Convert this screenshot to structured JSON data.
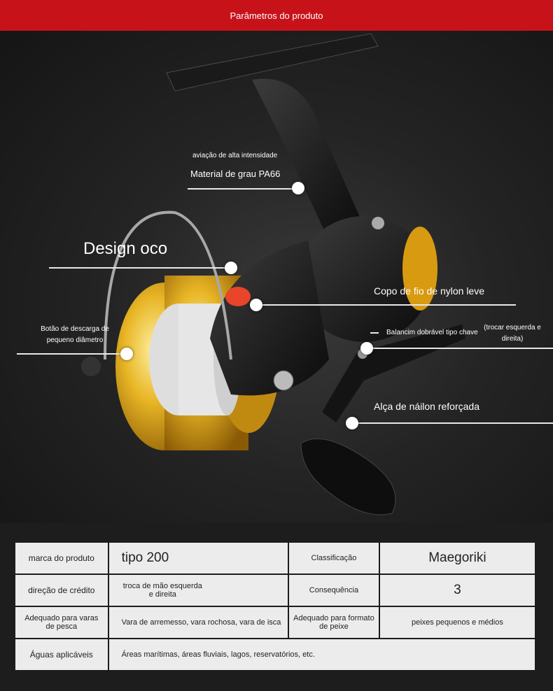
{
  "header": {
    "title": "Parâmetros do produto"
  },
  "callouts": {
    "material_small": "aviação de alta intensidade",
    "material_main": "Material de grau PA66",
    "design": "Design oco",
    "cup": "Copo de fio de nylon leve",
    "button": "Botão de descarga de pequeno diâmetro",
    "rocker": "Balancim dobrável tipo chave",
    "swap": "(trocar esquerda e direita)",
    "handle": "Alça de náilon reforçada"
  },
  "colors": {
    "brand_red": "#c8121a",
    "accent_gold": "#e0a81a"
  },
  "params": {
    "rows": [
      {
        "k1": "marca do produto",
        "v1": "tipo 200",
        "k2": "Classificação",
        "v2": "Maegoriki"
      },
      {
        "k1": "direção de crédito",
        "v1": "troca de mão esquerda e direita",
        "k2": "Consequência",
        "v2": "3"
      },
      {
        "k1": "Adequado para varas de pesca",
        "v1": "Vara de arremesso, vara rochosa, vara de isca",
        "k2": "Adequado para formato de peixe",
        "v2": "peixes pequenos e médios"
      }
    ],
    "last": {
      "k": "Águas aplicáveis",
      "v": "Áreas marítimas, áreas fluviais, lagos, reservatórios, etc."
    }
  }
}
